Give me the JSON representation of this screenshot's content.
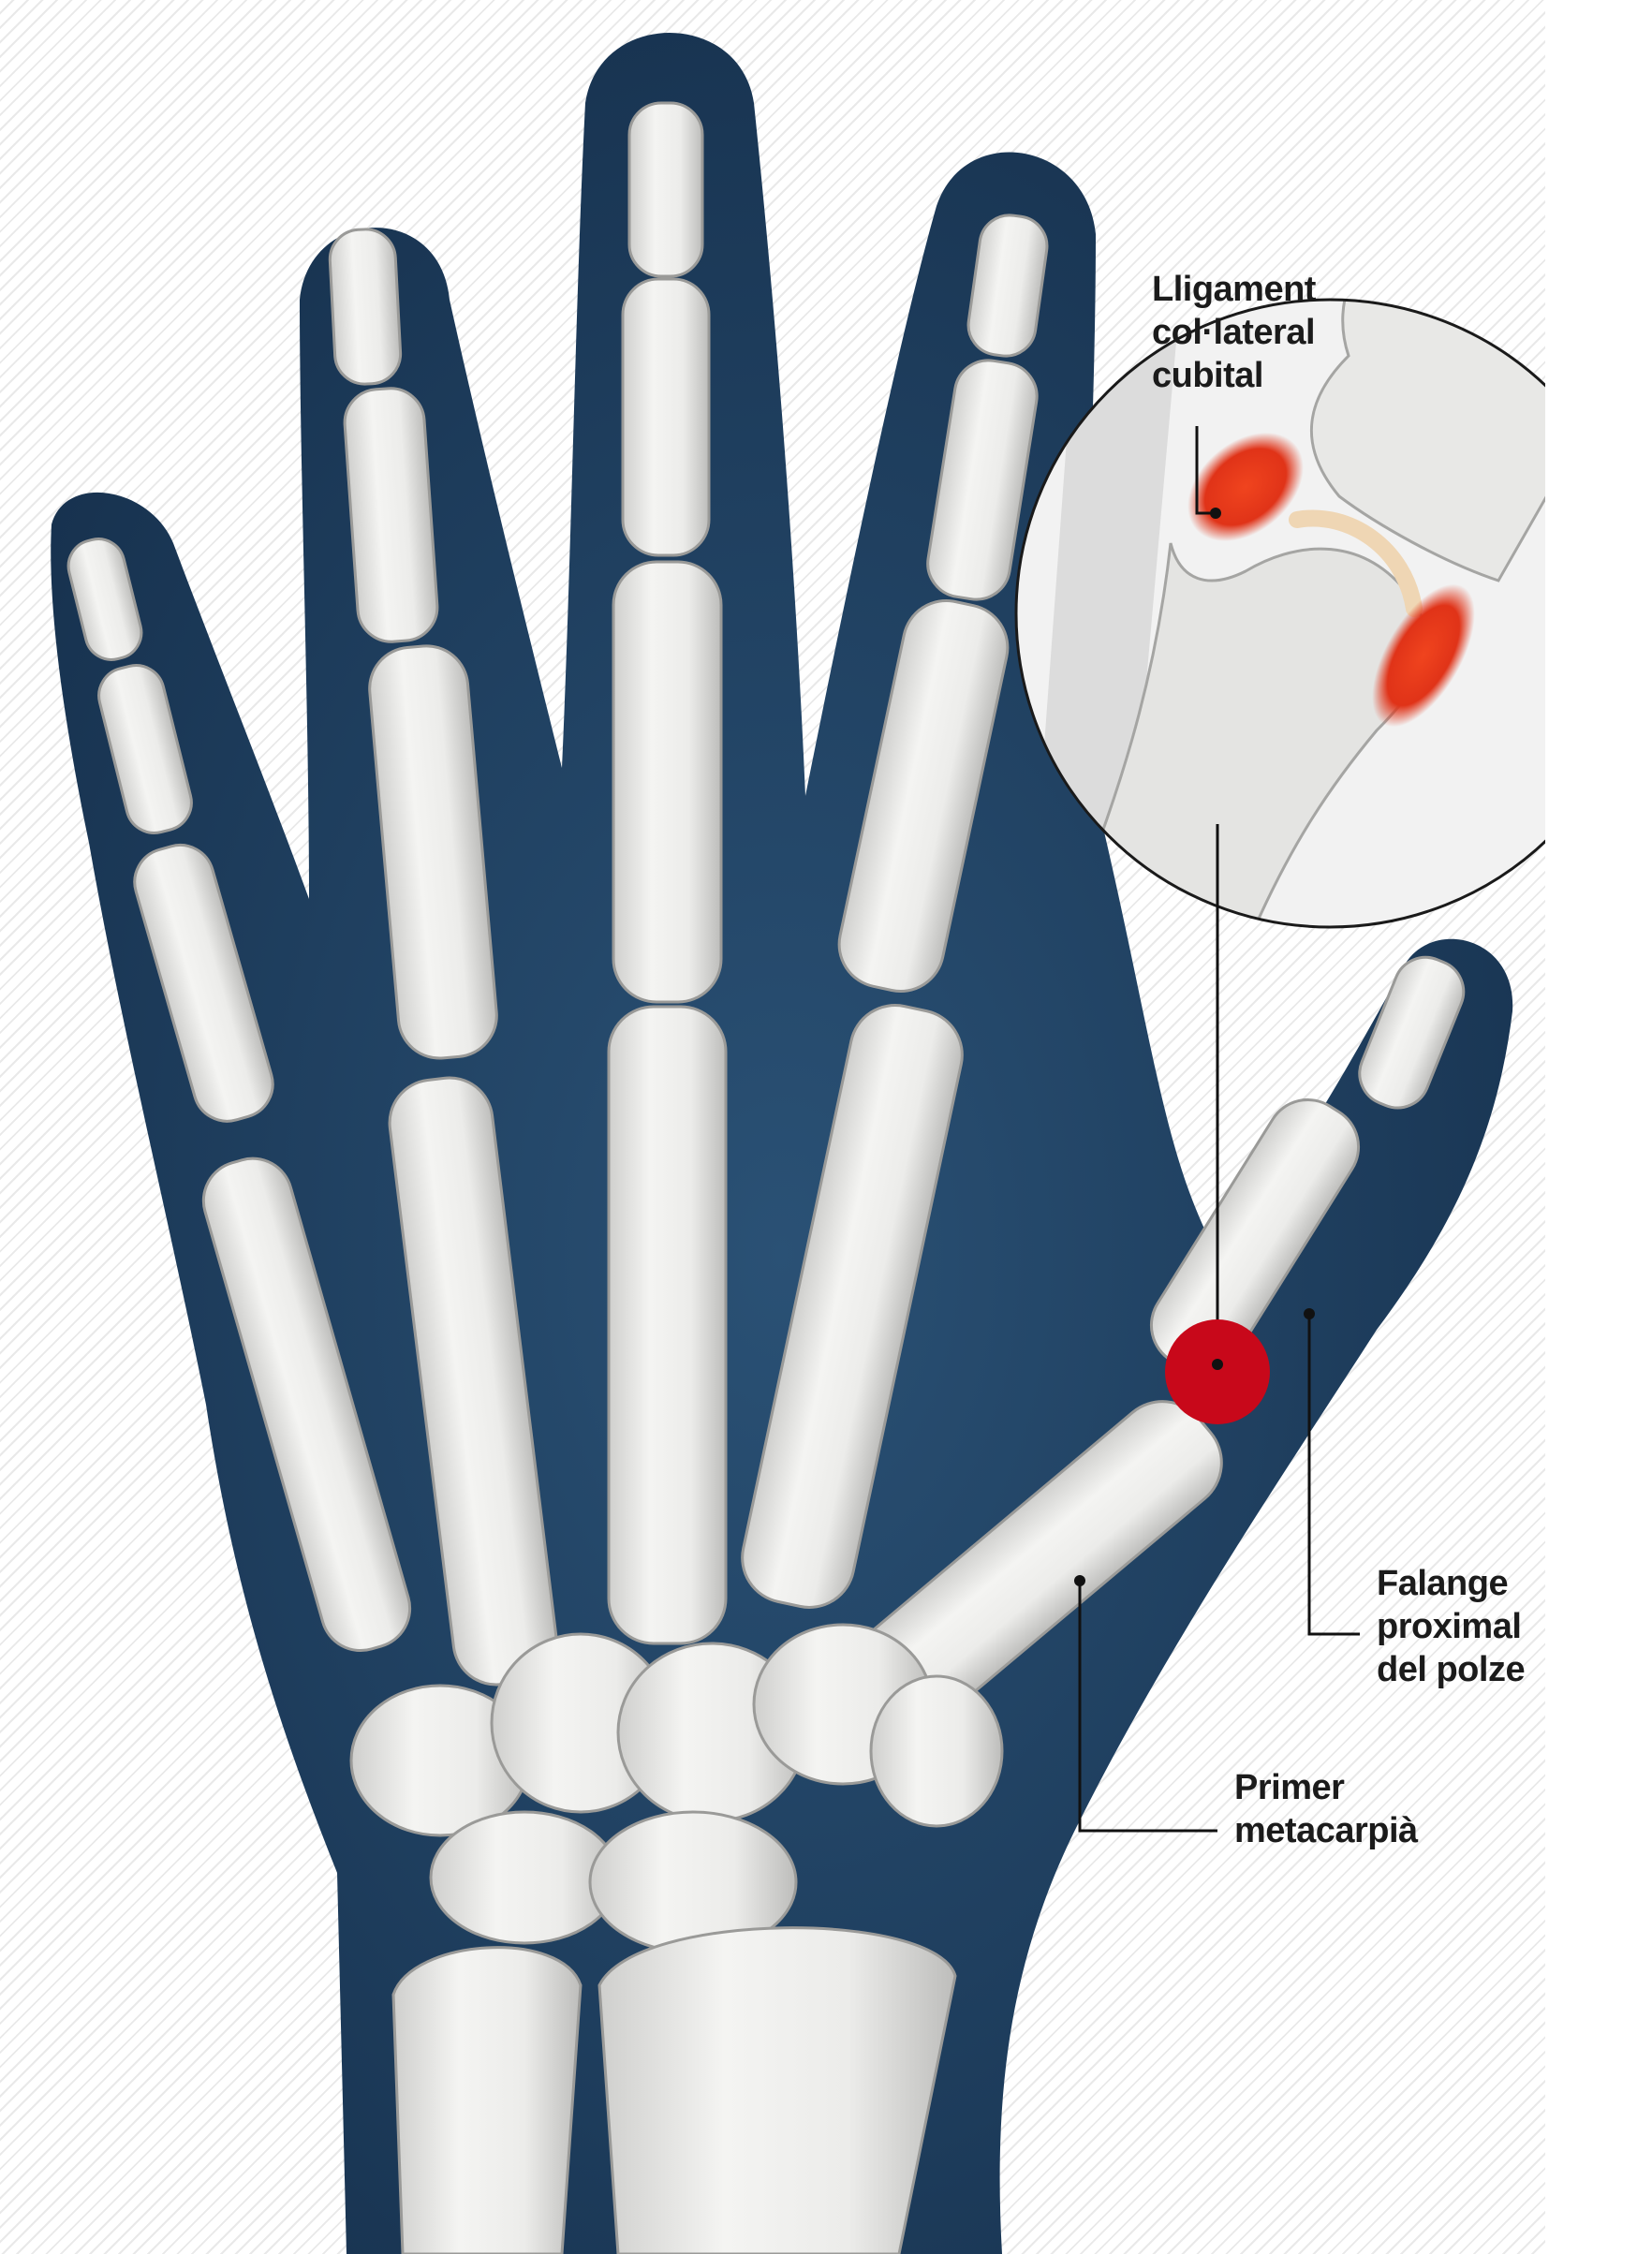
{
  "labels": {
    "ligament": "Lligament\ncol·lateral\ncubital",
    "falange": "Falange\nproximal\ndel polze",
    "metacarpi": "Primer\nmetacarpià"
  },
  "colors": {
    "hand_silhouette": "#1c3d5e",
    "bone": "#e9e9e7",
    "bone_outline": "#9a9a98",
    "ligament": "#e03318",
    "cartilage": "#efd6b4",
    "marker": "#c8081a",
    "leader_line": "#111111"
  }
}
